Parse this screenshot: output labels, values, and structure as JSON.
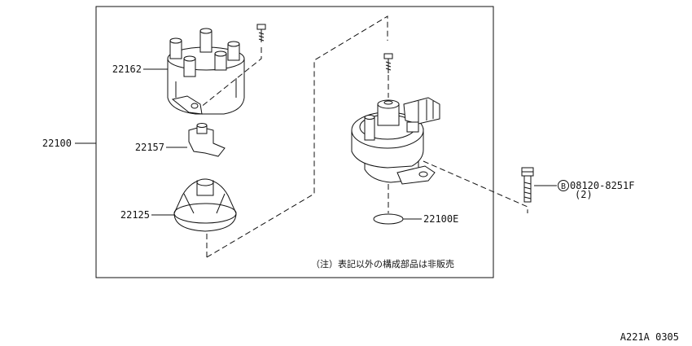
{
  "diagram": {
    "assembly_label": "22100",
    "parts": {
      "cap": "22162",
      "rotor": "22157",
      "cover": "22125",
      "oring": "22100E",
      "bolt_ref": "08120-8251F",
      "bolt_qty": "(2)",
      "bolt_marker": "B"
    },
    "note": "（注）表記以外の構成部品は非販売",
    "figure_code": "A221A 0305"
  }
}
